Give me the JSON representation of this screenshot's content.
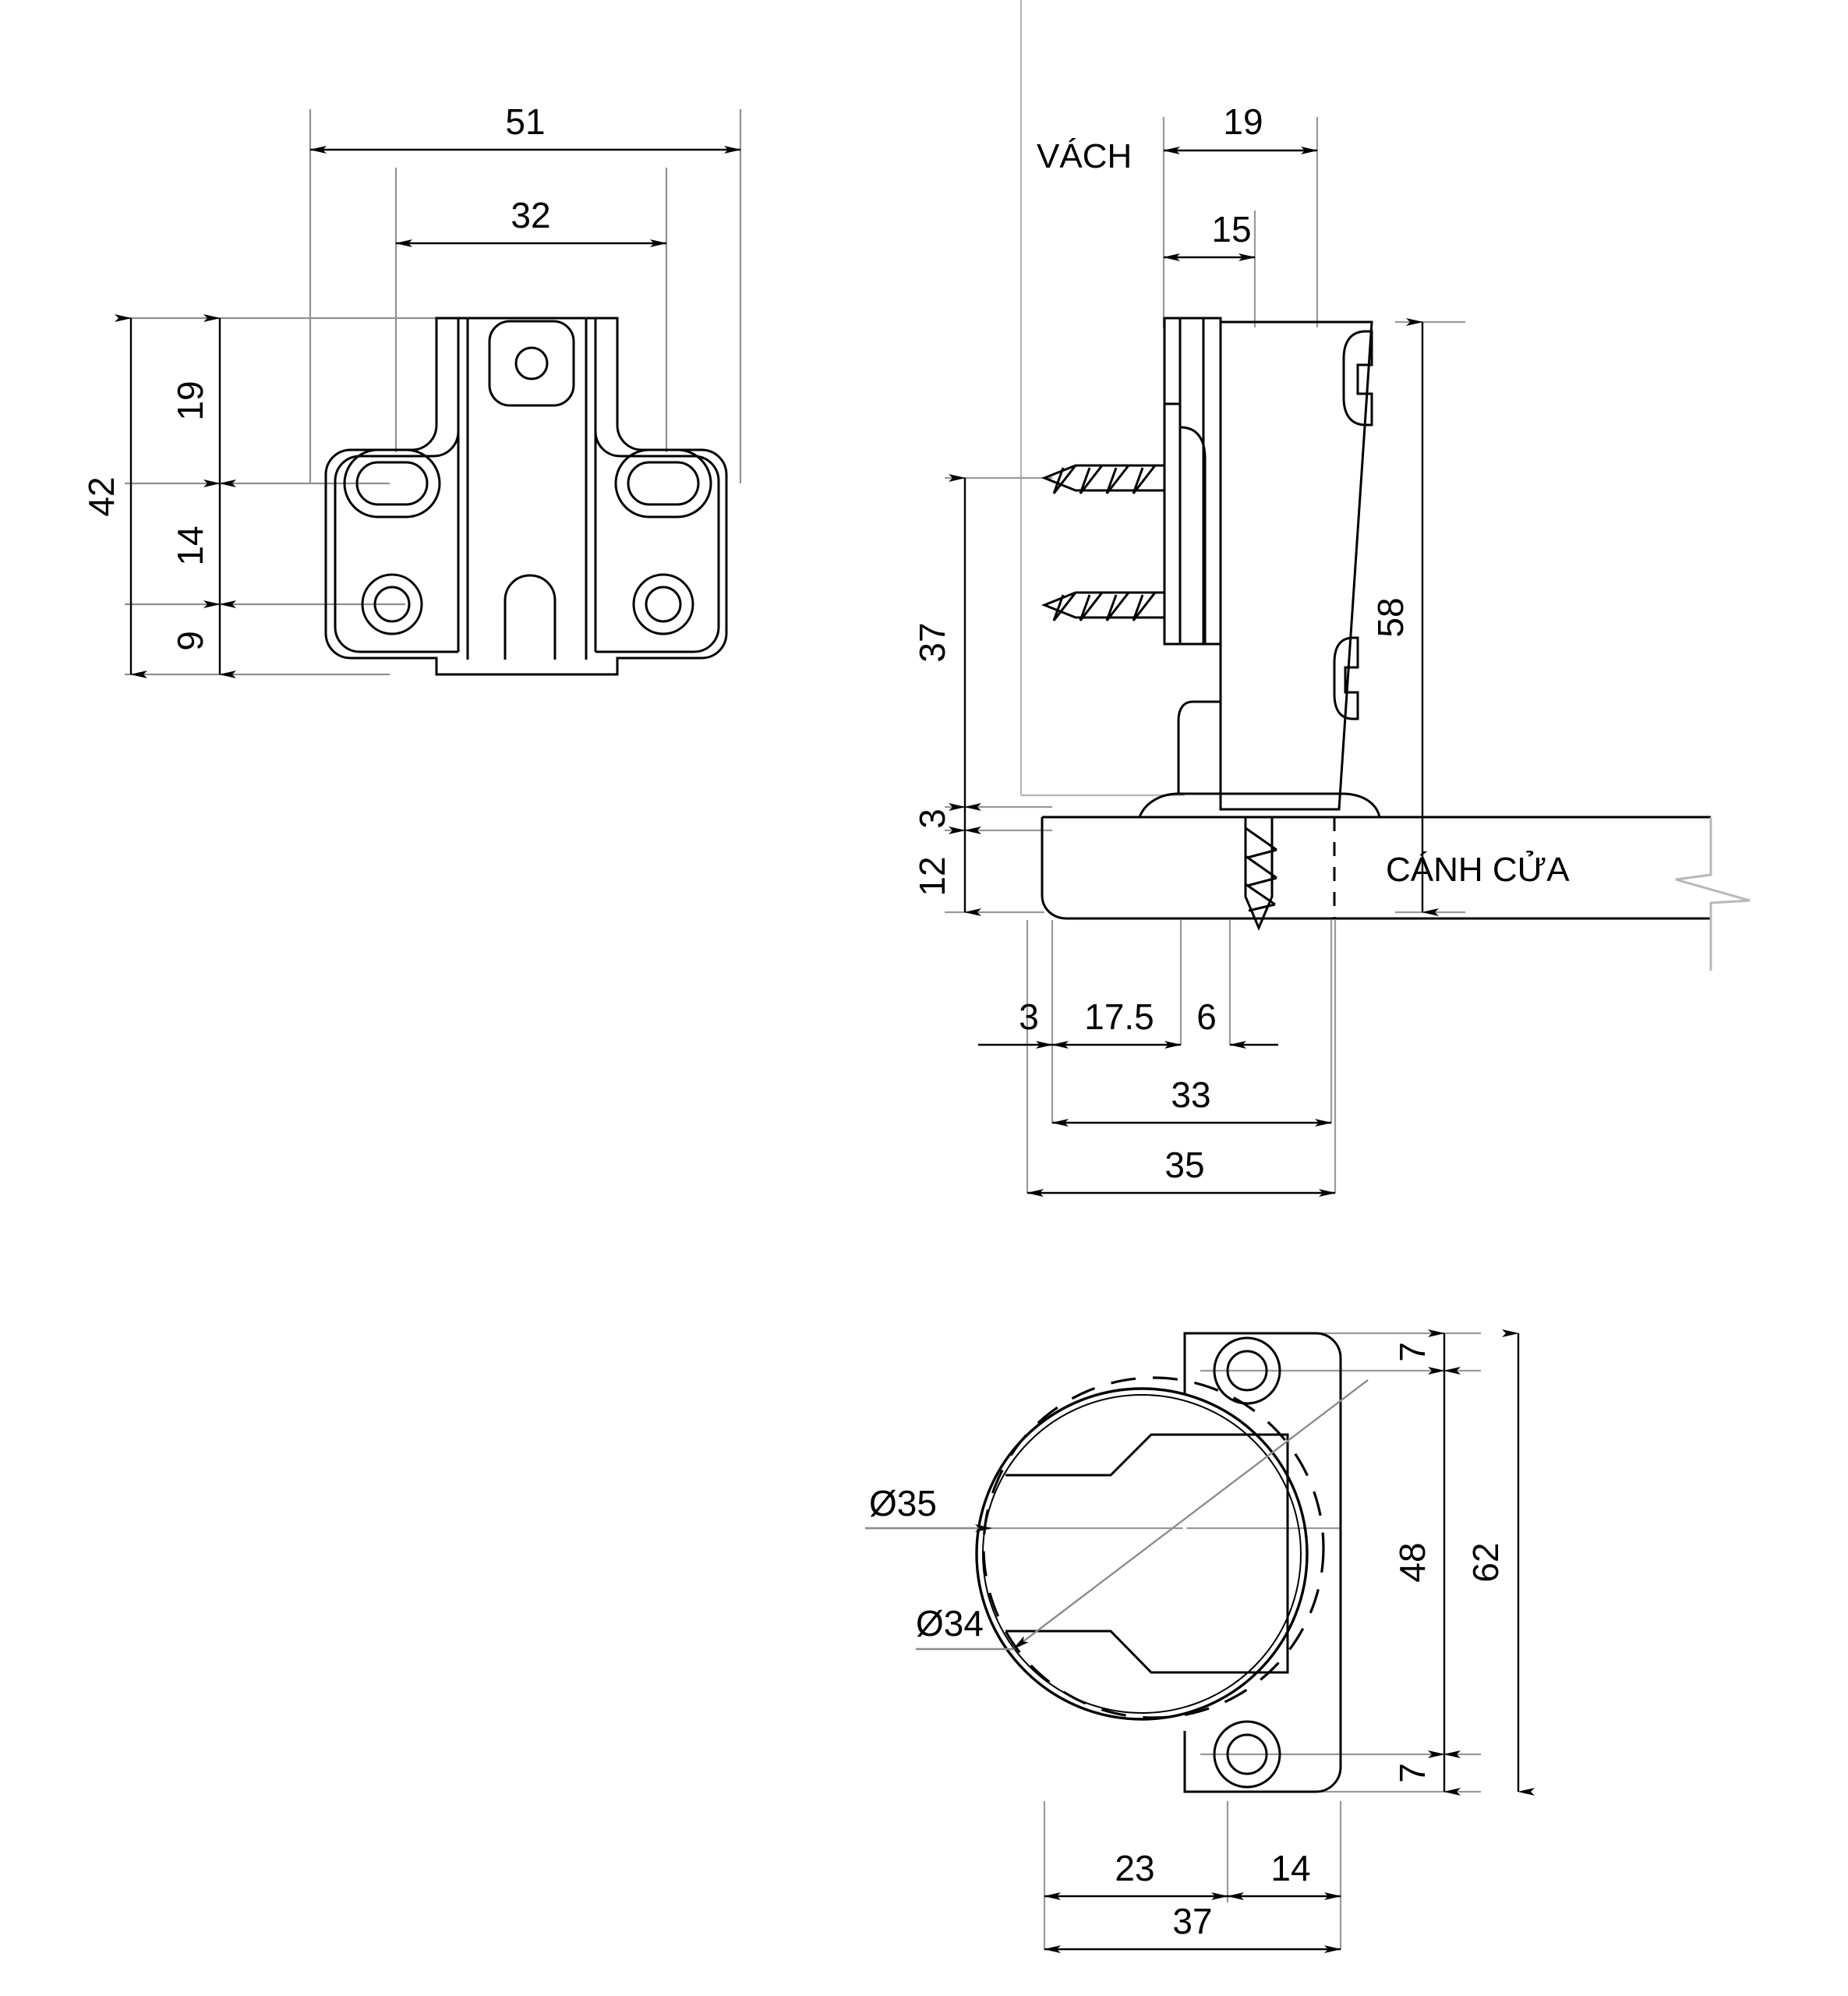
{
  "drawing": {
    "type": "technical-engineering-drawing",
    "subject": "Cabinet concealed hinge - 3 orthographic views",
    "units": "mm",
    "line_color": "#000000",
    "construction_line_color": "#8c8c8c",
    "background": "#ffffff"
  },
  "views": {
    "front": {
      "name": "front-mounting-plate-view",
      "dimensions": {
        "overall_width": "51",
        "slot_spacing_width": "32",
        "overall_height": "42",
        "top_to_slot": "19",
        "slot_to_hole": "14",
        "hole_to_bottom": "9"
      }
    },
    "side": {
      "name": "side-section-view",
      "labels": {
        "wall": "VÁCH",
        "door": "CÁNH CỬA"
      },
      "dimensions": {
        "plate_offset_top": "19",
        "plate_offset_inner": "15",
        "cup_height": "58",
        "screw_height": "37",
        "door_thickness_upper": "3",
        "door_thickness": "12",
        "edge_gap": "3",
        "hole_center_offset": "17.5",
        "cup_edge": "6",
        "total_inner": "33",
        "total_outer": "35"
      }
    },
    "bottom": {
      "name": "hinge-cup-plan-view",
      "dimensions": {
        "cup_diameter_outer": "Ø35",
        "cup_diameter_inner": "Ø34",
        "top_tab_offset": "7",
        "screw_hole_span": "48",
        "bottom_tab_offset": "7",
        "overall_height": "62",
        "left_segment": "23",
        "right_segment": "14",
        "overall_width": "37"
      }
    }
  },
  "dimension_values": {
    "v1_51": "51",
    "v1_32": "32",
    "v1_42": "42",
    "v1_19": "19",
    "v1_14": "14",
    "v1_9": "9",
    "v2_19": "19",
    "v2_15": "15",
    "v2_58": "58",
    "v2_37": "37",
    "v2_3": "3",
    "v2_12": "12",
    "v2_d3": "3",
    "v2_175": "17.5",
    "v2_6": "6",
    "v2_33": "33",
    "v2_35": "35",
    "v3_d35": "Ø35",
    "v3_d34": "Ø34",
    "v3_7a": "7",
    "v3_48": "48",
    "v3_7b": "7",
    "v3_62": "62",
    "v3_23": "23",
    "v3_14": "14",
    "v3_37": "37"
  },
  "text_labels": {
    "wall_label": "VÁCH",
    "door_label": "CÁNH CỬA"
  }
}
